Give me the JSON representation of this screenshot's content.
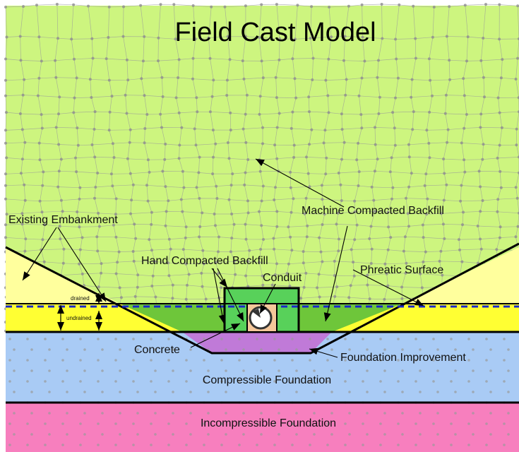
{
  "title": "Field Cast Model",
  "labels": {
    "existing_embankment": "Existing Embankment",
    "machine_compacted_backfill": "Machine Compacted Backfill",
    "hand_compacted_backfill": "Hand Compacted Backfill",
    "conduit": "Conduit",
    "phreatic_surface": "Phreatic Surface",
    "drained": "drained",
    "undrained": "undrained",
    "concrete": "Concrete",
    "foundation_improvement": "Foundation Improvement",
    "compressible_foundation": "Compressible Foundation",
    "incompressible_foundation": "Incompressible Foundation"
  },
  "colors": {
    "backfill": "#cdf57f",
    "embankment_drained": "#ffff9d",
    "embankment_undrained": "#ffff33",
    "hand_backfill": "#58d15a",
    "lower_backfill": "#6ec63a",
    "foundation_improvement": "#c07ad8",
    "compressible_foundation": "#a9cbf5",
    "incompressible_foundation": "#f77fbe",
    "concrete": "#f5c79a",
    "phreatic_line": "#1a28c8",
    "mesh": "#9a9a9a"
  }
}
